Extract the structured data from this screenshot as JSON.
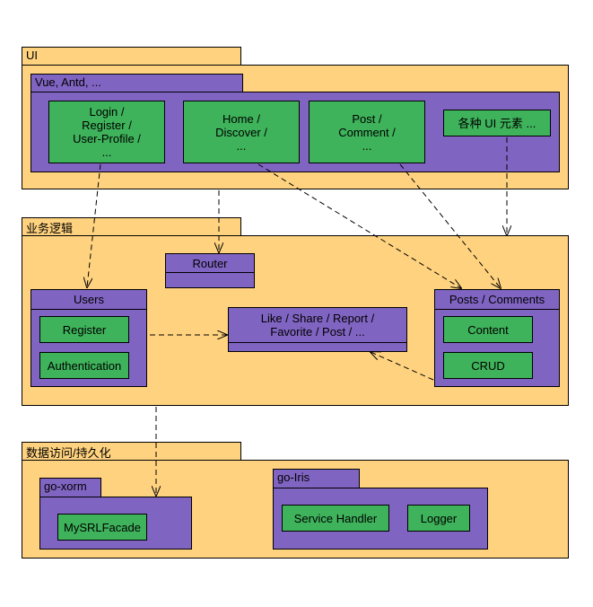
{
  "ui_layer": {
    "label": "UI",
    "framework": {
      "label": "Vue, Antd, ...",
      "items": [
        "Login /\nRegister /\nUser-Profile /\n...",
        "Home /\nDiscover /\n...",
        "Post /\nComment /\n...",
        "各种 UI 元素 ..."
      ]
    }
  },
  "logic_layer": {
    "label": "业务逻辑",
    "router": "Router",
    "users": {
      "label": "Users",
      "register": "Register",
      "authentication": "Authentication"
    },
    "actions": "Like / Share / Report /\nFavorite / Post / ...",
    "posts": {
      "label": "Posts / Comments",
      "content": "Content",
      "crud": "CRUD"
    }
  },
  "data_layer": {
    "label": "数据访问/持久化",
    "xorm": {
      "label": "go-xorm",
      "facade": "MySRLFacade"
    },
    "iris": {
      "label": "go-Iris",
      "service_handler": "Service Handler",
      "logger": "Logger"
    }
  },
  "colors": {
    "package": "#ffd27f",
    "component": "#8064c2",
    "module": "#3eb35b"
  }
}
